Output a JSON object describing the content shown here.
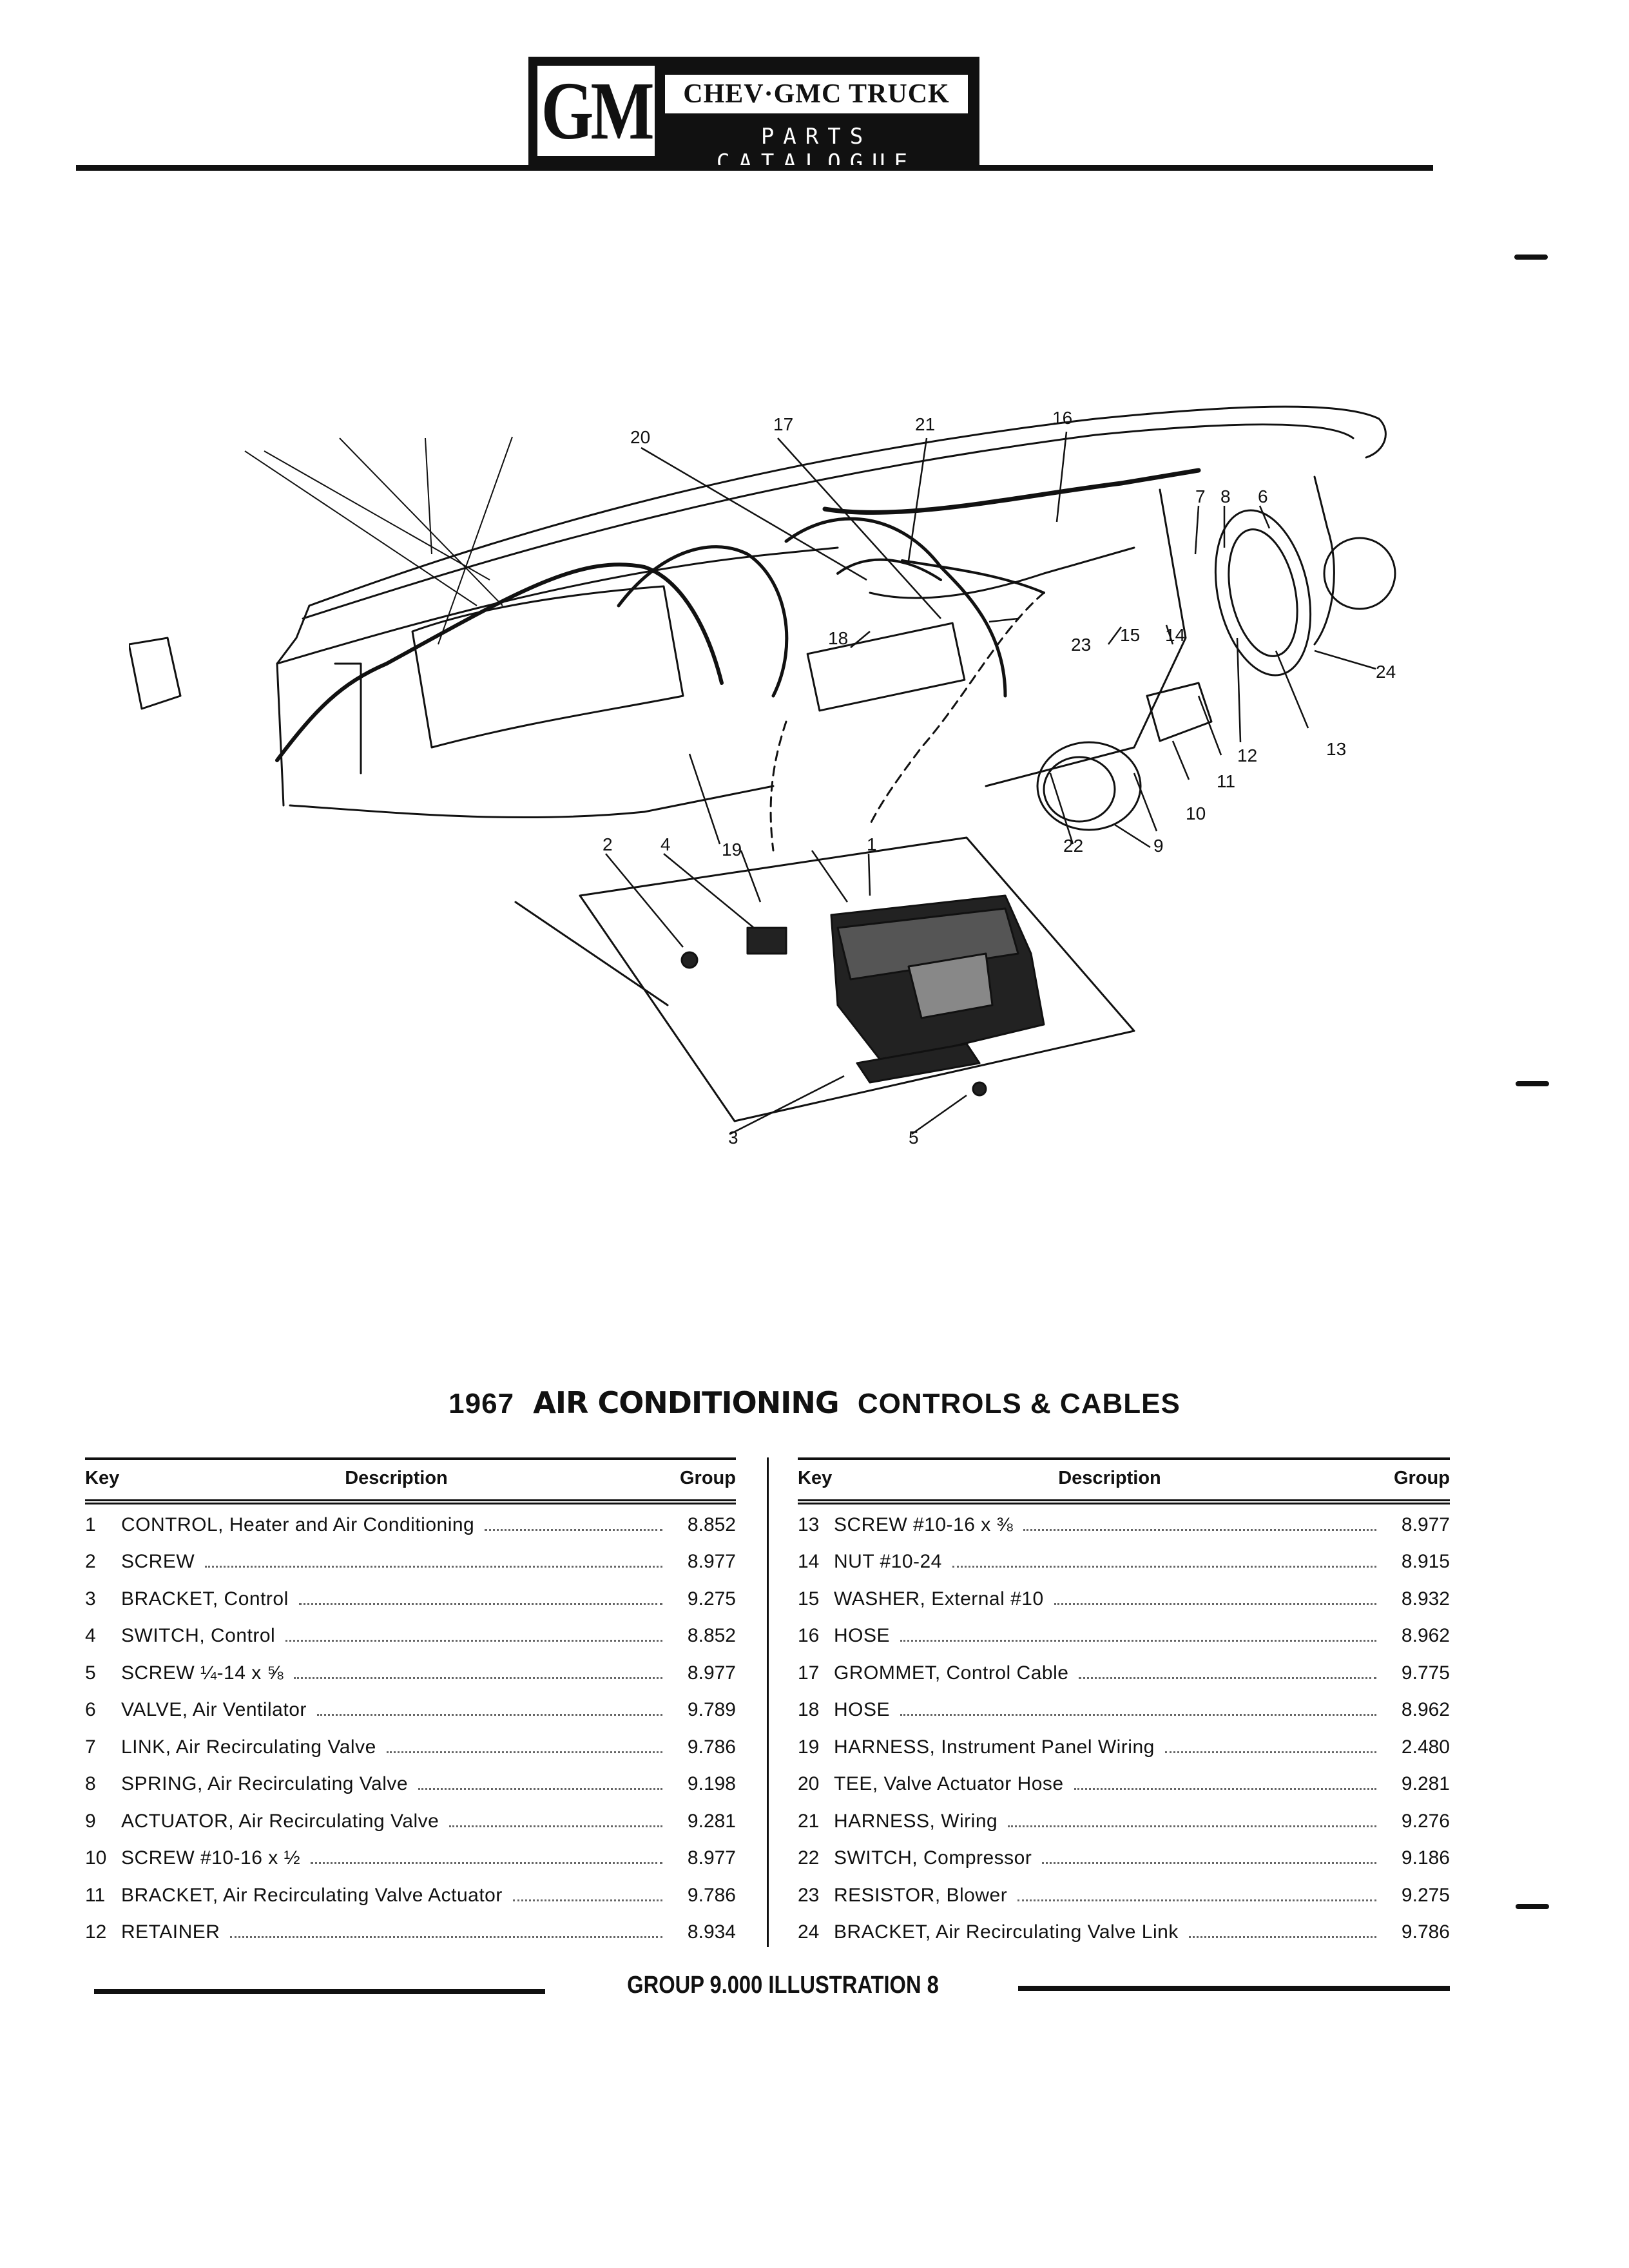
{
  "header": {
    "logo_text": "GM",
    "brand": "CHEV·GMC TRUCK",
    "subtitle": "PARTS CATALOGUE"
  },
  "title": {
    "year": "1967",
    "heavy": "AIR CONDITIONING",
    "rest": "CONTROLS & CABLES"
  },
  "diagram": {
    "callouts": [
      "1",
      "2",
      "3",
      "4",
      "5",
      "6",
      "7",
      "8",
      "9",
      "10",
      "11",
      "12",
      "13",
      "14",
      "15",
      "16",
      "17",
      "18",
      "19",
      "20",
      "21",
      "22",
      "23",
      "24"
    ]
  },
  "table": {
    "headers": {
      "key": "Key",
      "description": "Description",
      "group": "Group"
    },
    "left": [
      {
        "key": "1",
        "description": "CONTROL, Heater and Air Conditioning",
        "group": "8.852"
      },
      {
        "key": "2",
        "description": "SCREW",
        "group": "8.977"
      },
      {
        "key": "3",
        "description": "BRACKET, Control",
        "group": "9.275"
      },
      {
        "key": "4",
        "description": "SWITCH, Control",
        "group": "8.852"
      },
      {
        "key": "5",
        "description": "SCREW ¼-14 x ⅝",
        "group": "8.977"
      },
      {
        "key": "6",
        "description": "VALVE, Air Ventilator",
        "group": "9.789"
      },
      {
        "key": "7",
        "description": "LINK, Air Recirculating Valve",
        "group": "9.786"
      },
      {
        "key": "8",
        "description": "SPRING, Air Recirculating Valve",
        "group": "9.198"
      },
      {
        "key": "9",
        "description": "ACTUATOR, Air Recirculating Valve",
        "group": "9.281"
      },
      {
        "key": "10",
        "description": "SCREW #10-16 x ½",
        "group": "8.977"
      },
      {
        "key": "11",
        "description": "BRACKET, Air Recirculating Valve Actuator",
        "group": "9.786"
      },
      {
        "key": "12",
        "description": "RETAINER",
        "group": "8.934"
      }
    ],
    "right": [
      {
        "key": "13",
        "description": "SCREW #10-16 x ⅜",
        "group": "8.977"
      },
      {
        "key": "14",
        "description": "NUT #10-24",
        "group": "8.915"
      },
      {
        "key": "15",
        "description": "WASHER, External #10",
        "group": "8.932"
      },
      {
        "key": "16",
        "description": "HOSE",
        "group": "8.962"
      },
      {
        "key": "17",
        "description": "GROMMET, Control Cable",
        "group": "9.775"
      },
      {
        "key": "18",
        "description": "HOSE",
        "group": "8.962"
      },
      {
        "key": "19",
        "description": "HARNESS, Instrument Panel Wiring",
        "group": "2.480"
      },
      {
        "key": "20",
        "description": "TEE, Valve Actuator Hose",
        "group": "9.281"
      },
      {
        "key": "21",
        "description": "HARNESS, Wiring",
        "group": "9.276"
      },
      {
        "key": "22",
        "description": "SWITCH, Compressor",
        "group": "9.186"
      },
      {
        "key": "23",
        "description": "RESISTOR, Blower",
        "group": "9.275"
      },
      {
        "key": "24",
        "description": "BRACKET, Air Recirculating Valve Link",
        "group": "9.786"
      }
    ]
  },
  "footer": {
    "caption": "GROUP 9.000 ILLUSTRATION 8"
  }
}
